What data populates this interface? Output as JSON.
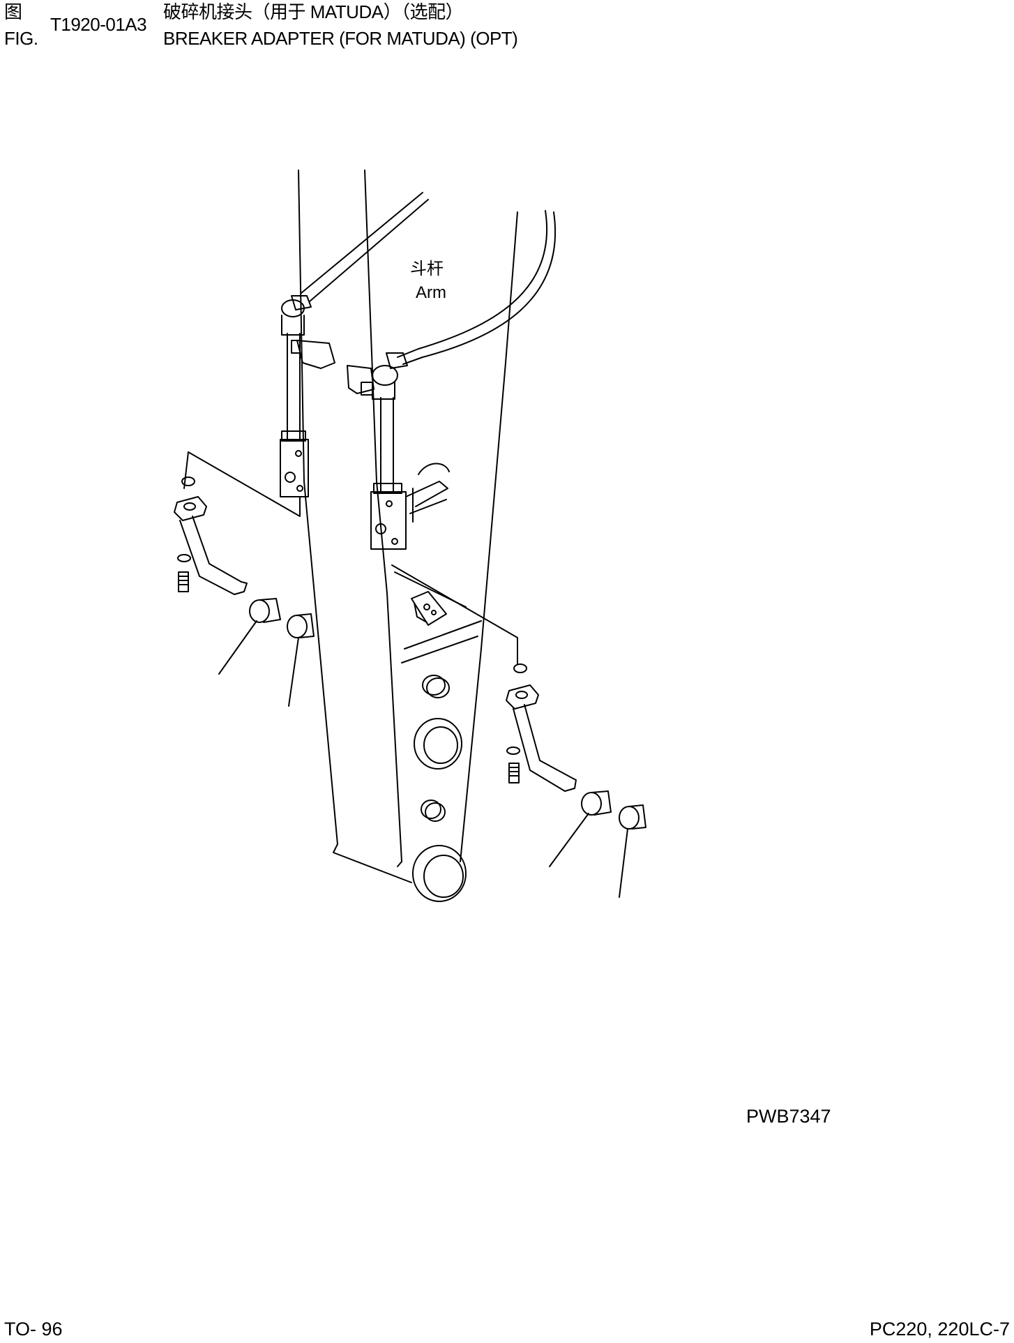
{
  "header": {
    "fig_label_zh": "图",
    "fig_label_en": "FIG.",
    "fig_number": "T1920-01A3",
    "title_zh": "破碎机接头（用于 MATUDA）（选配）",
    "title_en": "BREAKER ADAPTER (FOR MATUDA) (OPT)"
  },
  "diagram": {
    "arm_label_zh": "斗杆",
    "arm_label_en": "Arm",
    "drawing_code": "PWB7347"
  },
  "footer": {
    "page_number": "TO- 96",
    "model": "PC220, 220LC-7"
  }
}
